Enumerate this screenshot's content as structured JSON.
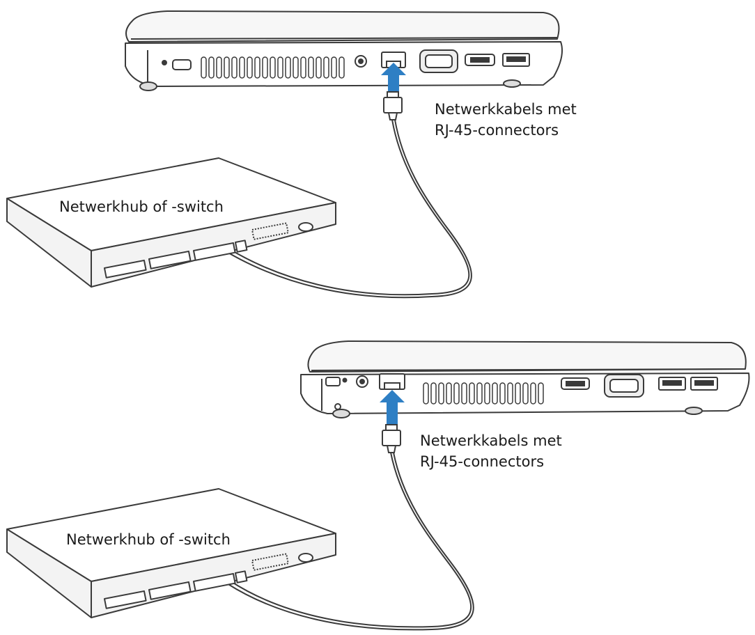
{
  "diagrams": [
    {
      "cable_label": {
        "line1": "Netwerkkabels met",
        "line2": "RJ-45-connectors"
      },
      "hub_label": "Netwerkhub of -switch"
    },
    {
      "cable_label": {
        "line1": "Netwerkkabels met",
        "line2": "RJ-45-connectors"
      },
      "hub_label": "Netwerkhub of -switch"
    }
  ],
  "colors": {
    "line": "#3a3a3a",
    "arrow": "#2e7fc4",
    "fill": "#ffffff",
    "shade": "#eeeeee"
  }
}
